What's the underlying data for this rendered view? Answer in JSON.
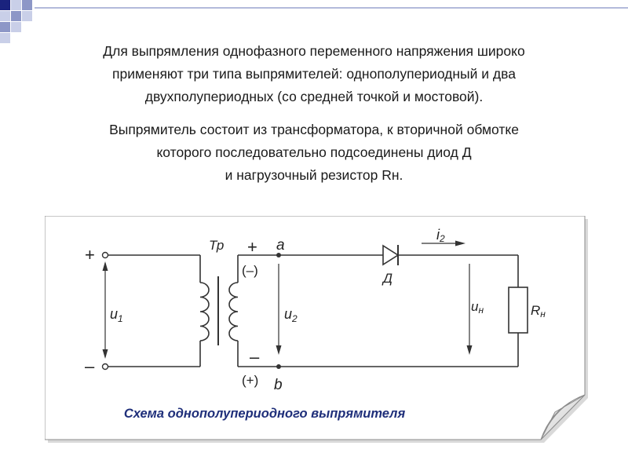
{
  "colors": {
    "accent_blue": "#1f2f7a",
    "square_dark": "#1a237e",
    "square_light": "#c9cfe8",
    "square_mid": "#8d97c7"
  },
  "text": {
    "p1": [
      "Для выпрямления однофазного переменного напряжения широко",
      "применяют три типа выпрямителей: однополупериодный и два",
      "двухполупериодных (со средней точкой и мостовой)."
    ],
    "p2": [
      "Выпрямитель состоит из трансформатора, к вторичной обмотке",
      "которого последовательно подсоединены диод Д",
      "и нагрузочный резистор Rн."
    ]
  },
  "diagram": {
    "caption": "Схема однополупериодного выпрямителя",
    "plus_left": "+",
    "minus_left": "–",
    "u1": "u",
    "u1_sub": "1",
    "tr_label": "Тр",
    "plus_secondary": "+",
    "minus_paren_secondary": "(–)",
    "minus_secondary": "–",
    "plus_paren_secondary": "(+)",
    "node_a": "a",
    "node_b": "b",
    "u2": "u",
    "u2_sub": "2",
    "diode_label": "Д",
    "i2": "i",
    "i2_sub": "2",
    "un": "u",
    "un_sub": "н",
    "rn": "R",
    "rn_sub": "н"
  }
}
